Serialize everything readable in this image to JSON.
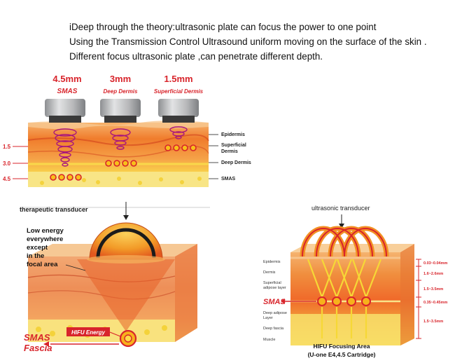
{
  "intro": {
    "lines": [
      "iDeep through the theory:ultrasonic plate can focus the power to one point",
      "Using the Transmission Control Ultrasound uniform moving on the surface of the skin .",
      "Different focus ultrasonic plate ,can penetrate different depth."
    ]
  },
  "top_diagram": {
    "heads": [
      {
        "depth": "4.5mm",
        "layer": "SMAS"
      },
      {
        "depth": "3mm",
        "layer": "Deep Dermis"
      },
      {
        "depth": "1.5mm",
        "layer": "Superficial Dermis"
      }
    ],
    "left_scale": [
      "1.5",
      "3.0",
      "4.5"
    ],
    "right_labels": [
      "Epidermis",
      "Superficial",
      "Dermis",
      "Deep Dermis",
      "SMAS"
    ]
  },
  "left_diagram": {
    "title": "therapeutic transducer",
    "note": [
      "Low energy",
      "everywhere",
      "except",
      "in the",
      "focal area"
    ],
    "energy_label": "HIFU Energy",
    "smas": "SMAS",
    "fascia": "Fascia"
  },
  "right_diagram": {
    "title": "ultrasonic transducer",
    "layers": [
      "Epidermis",
      "Dermis",
      "Superficial",
      "adipose layer",
      "SMAS",
      "Deep adipose",
      "Layer",
      "Deep fascia",
      "Muscle"
    ],
    "depths": [
      "0.03~0.04mm",
      "1.6~2.6mm",
      "1.5~3.5mm",
      "0.35~0.45mm",
      "1.5~3.5mm"
    ],
    "caption_line1": "HIFU Focusing Area",
    "caption_line2": "(U-one E4,4.5 Cartridge)"
  },
  "colors": {
    "red": "#d8242b",
    "orange": "#f08a1e",
    "yellow": "#f6d836",
    "skin": "#f5a35c"
  }
}
